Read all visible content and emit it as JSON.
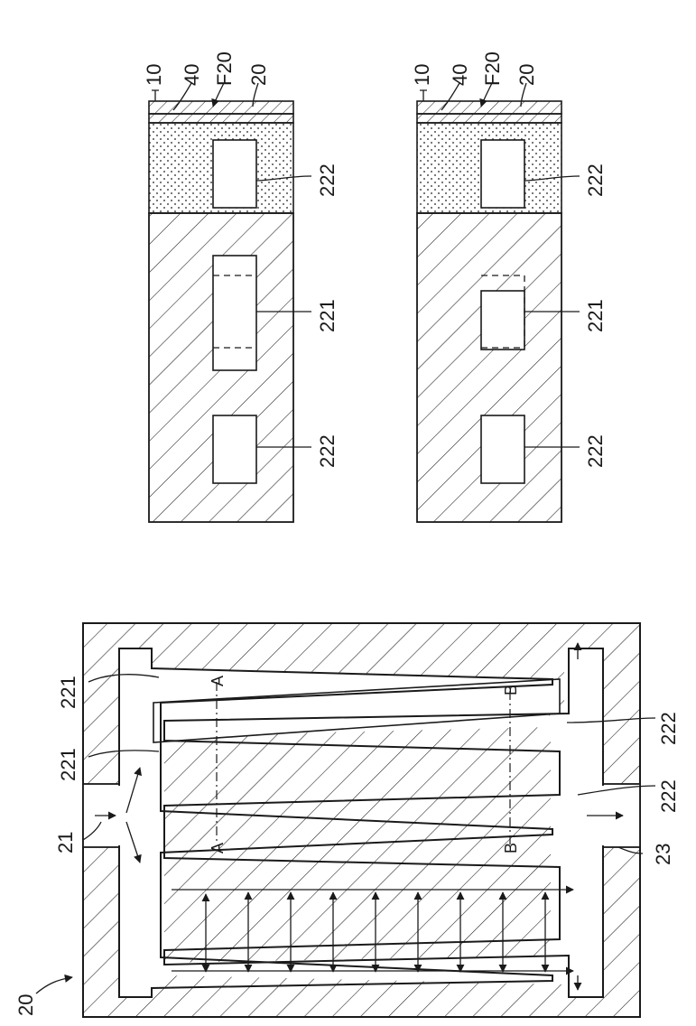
{
  "figure": {
    "plate_label": "20",
    "inlet_label": "21",
    "outlet_label": "23",
    "channel_in_label_1": "221",
    "channel_in_label_2": "221",
    "channel_out_label_1": "222",
    "channel_out_label_2": "222",
    "section_a_top": "A",
    "section_a_bottom": "A",
    "section_b_top": "B",
    "section_b_bottom": "B"
  },
  "section_a": {
    "label_10": "10",
    "label_40": "40",
    "label_f20": "F20",
    "label_20": "20",
    "label_222_top": "222",
    "label_221": "221",
    "label_222_bottom": "222"
  },
  "section_b": {
    "label_10": "10",
    "label_40": "40",
    "label_f20": "F20",
    "label_20": "20",
    "label_222_top": "222",
    "label_221": "221",
    "label_222_bottom": "222"
  }
}
